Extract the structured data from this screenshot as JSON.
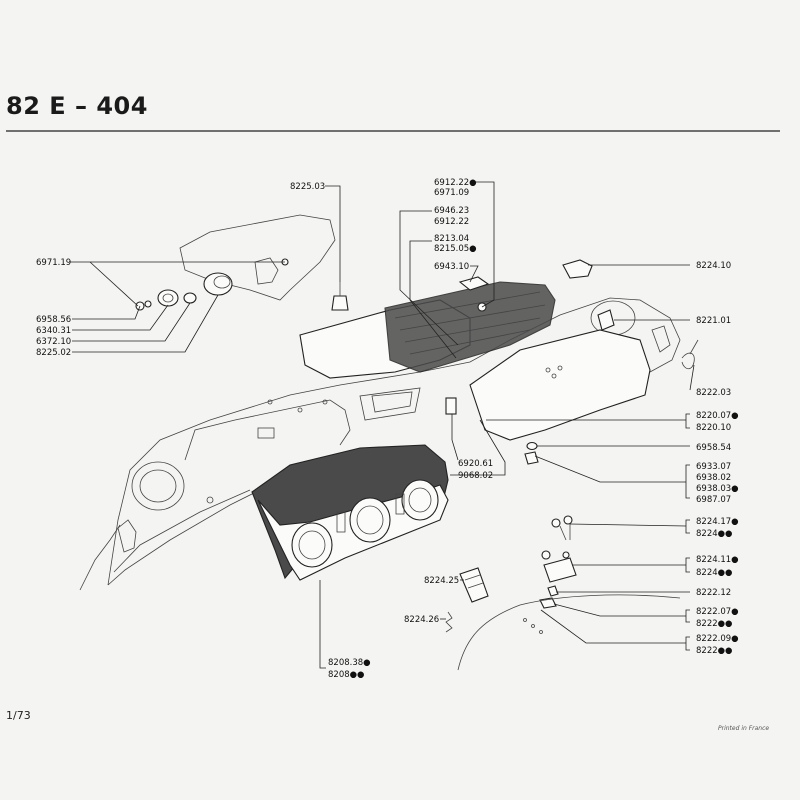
{
  "page": {
    "title": "82 E – 404",
    "footer": "1/73",
    "printed_note": "Printed in France"
  },
  "labels": {
    "l_8225_03": "8225.03",
    "l_6912_22a": "6912.22●",
    "l_6971_09": "6971.09",
    "l_6946_23": "6946.23",
    "l_6912_22b": "6912.22",
    "l_8213_04": "8213.04",
    "l_8215_05": "8215.05●",
    "l_6943_10": "6943.10",
    "l_6971_19": "6971.19",
    "l_8224_10": "8224.10",
    "l_6958_56": "6958.56",
    "l_6340_31": "6340.31",
    "l_6372_10": "6372.10",
    "l_8225_02": "8225.02",
    "l_8221_01": "8221.01",
    "l_8222_03": "8222.03",
    "l_8220_07": "8220.07●",
    "l_8220_10": "8220.10",
    "l_6958_54": "6958.54",
    "l_6920_61": "6920.61",
    "l_9068_02": "9068.02",
    "l_6933_07": "6933.07",
    "l_6938_02": "6938.02",
    "l_6938_03": "6938.03●",
    "l_6987_07": "6987.07",
    "l_8224_17": "8224.17●",
    "l_8224_a": "8224●●",
    "l_8224_11": "8224.11●",
    "l_8224_b": "8224●●",
    "l_8222_12": "8222.12",
    "l_8222_07": "8222.07●",
    "l_8222_a": "8222●●",
    "l_8222_09": "8222.09●",
    "l_8222_b": "8222●●",
    "l_8224_25": "8224.25",
    "l_8224_26": "8224.26",
    "l_8208_38": "8208.38●",
    "l_8208": "8208●●"
  }
}
